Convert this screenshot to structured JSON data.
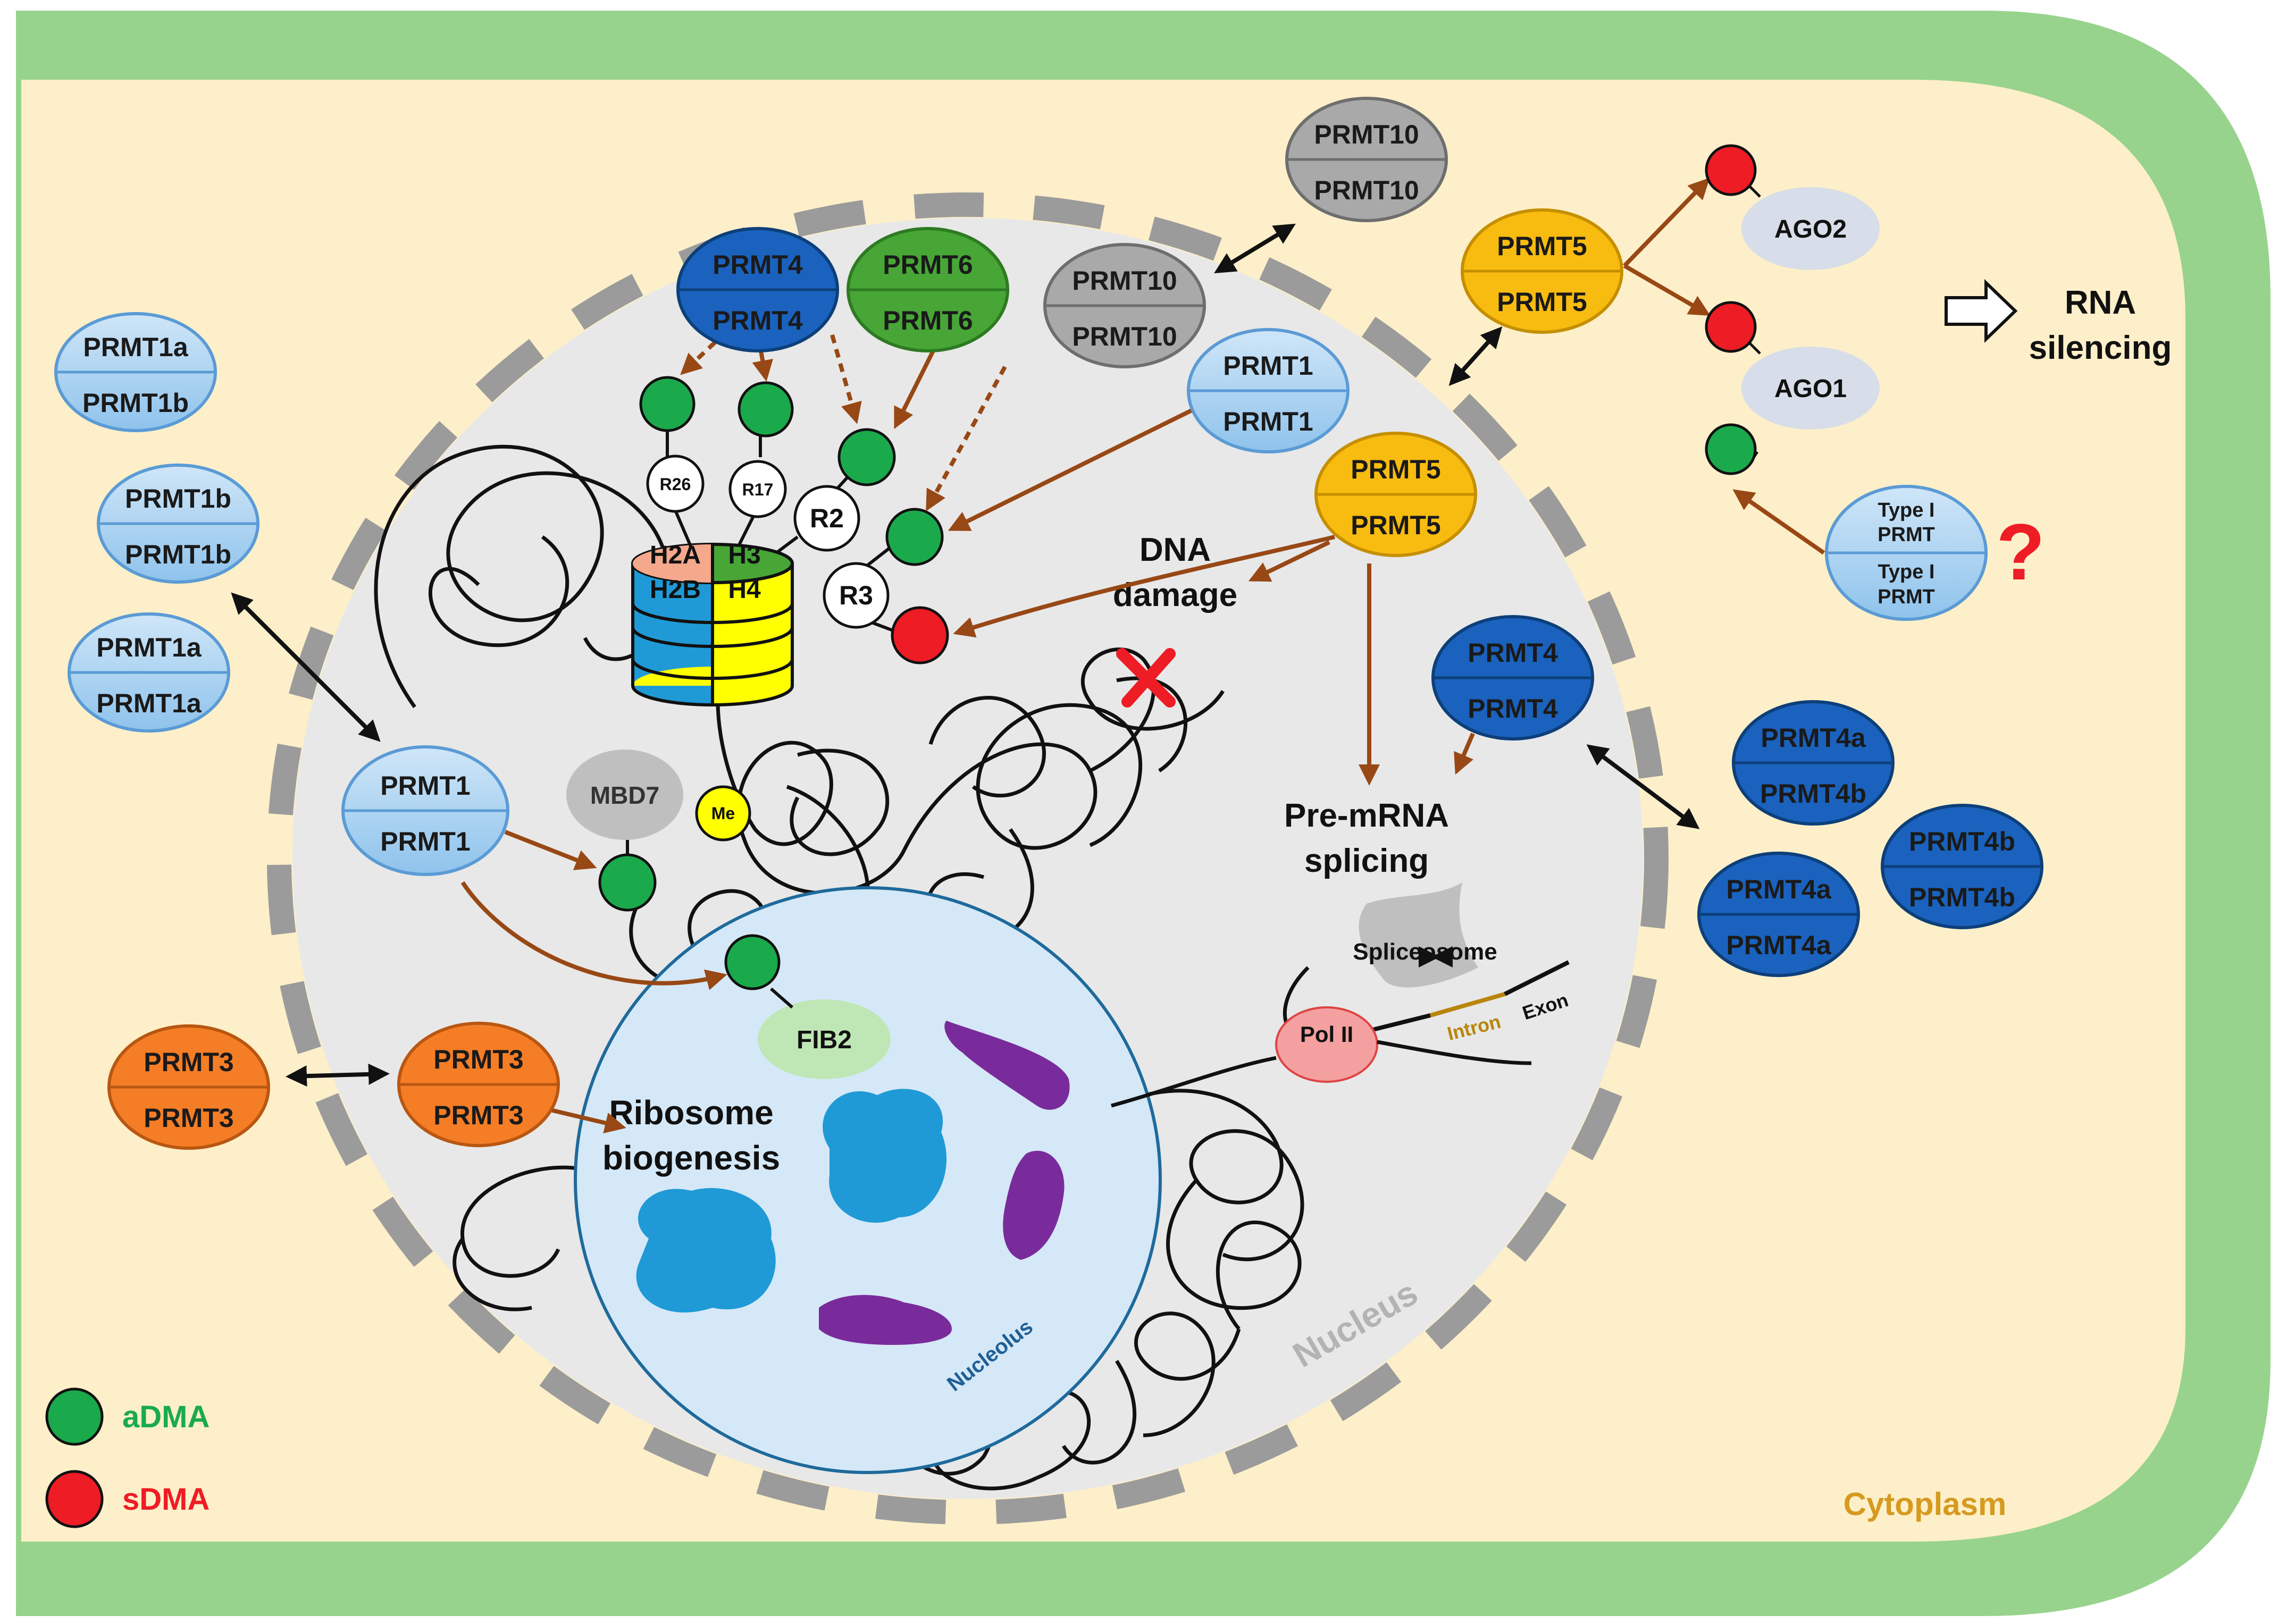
{
  "compartments": {
    "cytoplasm": "Cytoplasm",
    "nucleus": "Nucleus",
    "nucleolus": "Nucleolus"
  },
  "histones": {
    "h2a": "H2A",
    "h3": "H3",
    "h2b": "H2B",
    "h4": "H4",
    "residues": {
      "r26": "R26",
      "r17": "R17",
      "r2": "R2",
      "r3": "R3"
    }
  },
  "enzymes": {
    "prmt1a": "PRMT1a",
    "prmt1b": "PRMT1b",
    "prmt1": "PRMT1",
    "prmt3": "PRMT3",
    "prmt4": "PRMT4",
    "prmt4a": "PRMT4a",
    "prmt4b": "PRMT4b",
    "prmt5": "PRMT5",
    "prmt6": "PRMT6",
    "prmt10": "PRMT10",
    "type1_line1": "Type I",
    "type1_line2": "PRMT"
  },
  "substrates": {
    "mbd7": "MBD7",
    "me": "Me",
    "fib2": "FIB2",
    "ago1": "AGO1",
    "ago2": "AGO2",
    "pol2": "Pol II"
  },
  "processes": {
    "dna_damage_1": "DNA",
    "dna_damage_2": "damage",
    "splicing_1": "Pre-mRNA",
    "splicing_2": "splicing",
    "spliceosome": "Spliceosome",
    "intron": "Intron",
    "exon": "Exon",
    "ribosome_1": "Ribosome",
    "ribosome_2": "biogenesis",
    "rna_silencing_1": "RNA",
    "rna_silencing_2": "silencing",
    "question_mark": "?"
  },
  "legend": {
    "adma": "aDMA",
    "sdma": "sDMA"
  },
  "colors": {
    "membrane": "#97d38c",
    "cytoplasm": "#fdefc9",
    "nucleus": "#e8e8e8",
    "nuclear_envelope": "#9b9b9b",
    "nucleolus": "#d5e8f7",
    "prmt1_light_blue": "#a9d2f1",
    "prmt4_dark_blue": "#1a62bd",
    "prmt5_orange_yellow": "#f8bc10",
    "prmt3_orange": "#f57d26",
    "prmt6_green": "#47a636",
    "prmt10_grey": "#a9a9a9",
    "adma_green": "#1aaa4c",
    "sdma_red": "#ee1c24",
    "arrow_brown": "#984815",
    "nucleolar_purple": "#7a2b9b",
    "nucleolar_blue": "#1f9ad6",
    "adma_text": "#1aaa4c",
    "sdma_text": "#ee1c24",
    "cytoplasm_text": "#d69a1f",
    "question_mark": "#ee1c24"
  }
}
